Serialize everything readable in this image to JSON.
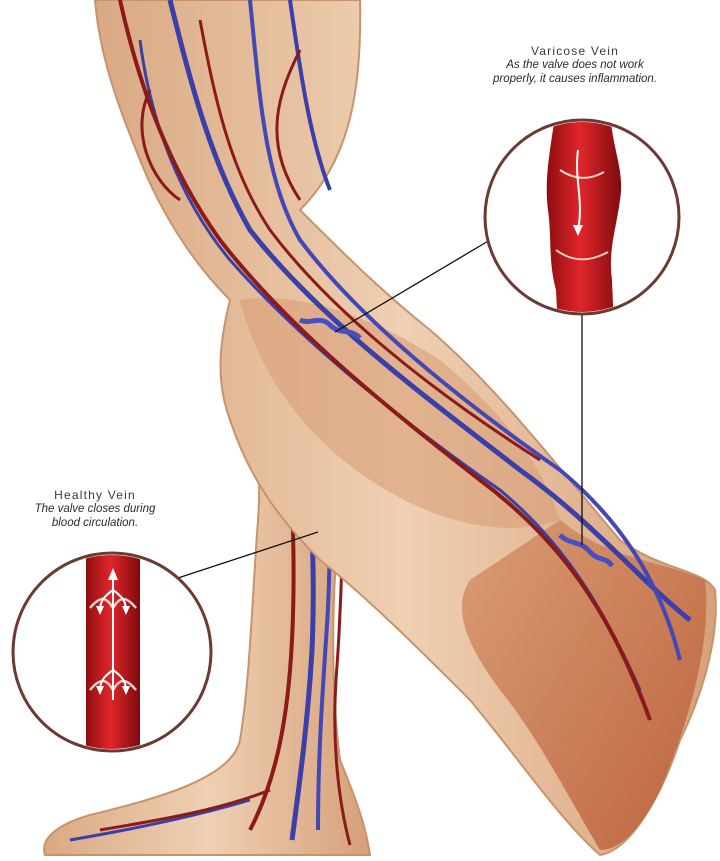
{
  "callouts": {
    "varicose": {
      "title": "Varicose Vein",
      "description_line1": "As the valve does not work",
      "description_line2": "properly, it causes inflammation."
    },
    "healthy": {
      "title": "Healthy Vein",
      "description_line1": "The valve closes during",
      "description_line2": "blood circulation."
    }
  },
  "colors": {
    "skin": "#e8c3a0",
    "skin_shadow": "#c98c62",
    "foot_muscle": "#c6693f",
    "artery": "#8b1a1a",
    "vein": "#3b3fa8",
    "inset_ring": "#6b3a33",
    "vessel_red": "#c8161b",
    "arrow_white": "#ffffff"
  },
  "icons": {
    "flow_arrow": "arrow-icon"
  }
}
